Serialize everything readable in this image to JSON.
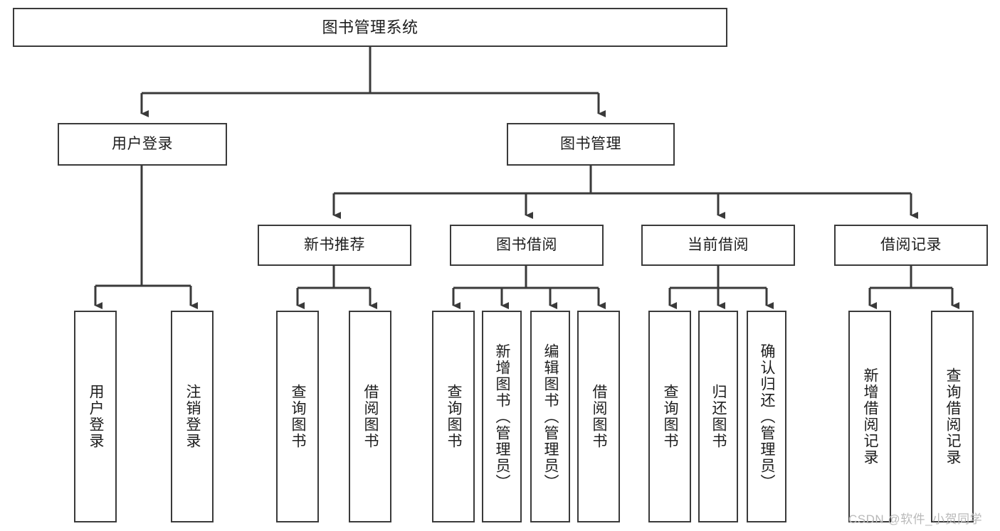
{
  "diagram": {
    "title": "图书管理系统",
    "type": "tree-hierarchy",
    "watermark": "CSDN @软件_小贺同学",
    "colors": {
      "background": "#ffffff",
      "box_border": "#3a3a3a",
      "box_fill": "#ffffff",
      "connector": "#3a3a3a",
      "text": "#1d1d1d",
      "watermark": "#b9b9b9"
    },
    "nodes": {
      "root": {
        "label": "图书管理系统"
      },
      "level1": [
        {
          "id": "user-login",
          "label": "用户登录"
        },
        {
          "id": "book-manage",
          "label": "图书管理"
        }
      ],
      "level2": [
        {
          "id": "new-book-recommend",
          "label": "新书推荐"
        },
        {
          "id": "book-borrow",
          "label": "图书借阅"
        },
        {
          "id": "current-borrow",
          "label": "当前借阅"
        },
        {
          "id": "borrow-record",
          "label": "借阅记录"
        }
      ],
      "leaves": {
        "user-login": [
          {
            "id": "leaf-user-login",
            "label": "用户登录"
          },
          {
            "id": "leaf-logout-login",
            "label": "注销登录"
          }
        ],
        "new-book-recommend": [
          {
            "id": "leaf-query-book-1",
            "label": "查询图书"
          },
          {
            "id": "leaf-borrow-book-1",
            "label": "借阅图书"
          }
        ],
        "book-borrow": [
          {
            "id": "leaf-query-book-2",
            "label": "查询图书"
          },
          {
            "id": "leaf-add-book",
            "label": "新增图书（管理员）"
          },
          {
            "id": "leaf-edit-book",
            "label": "编辑图书（管理员）"
          },
          {
            "id": "leaf-borrow-book-2",
            "label": "借阅图书"
          }
        ],
        "current-borrow": [
          {
            "id": "leaf-query-book-3",
            "label": "查询图书"
          },
          {
            "id": "leaf-return-book",
            "label": "归还图书"
          },
          {
            "id": "leaf-confirm-return",
            "label": "确认归还（管理员）"
          }
        ],
        "borrow-record": [
          {
            "id": "leaf-add-record",
            "label": "新增借阅记录"
          },
          {
            "id": "leaf-query-record",
            "label": "查询借阅记录"
          }
        ]
      }
    }
  }
}
